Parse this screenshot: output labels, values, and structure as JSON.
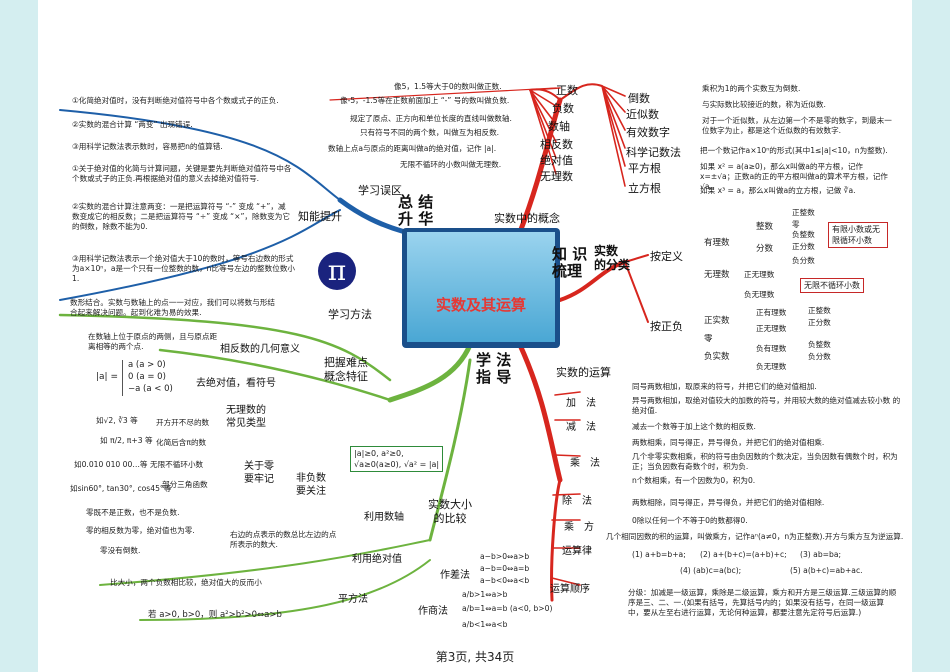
{
  "center": {
    "title": "实数及其运算"
  },
  "pi_symbol": "π",
  "main_branches": {
    "summary": "总 结\n升 华",
    "concepts": "实数中的概念",
    "knowledge": "知 识\n梳理",
    "method": "学 法\n指 导"
  },
  "concepts_left": [
    {
      "label": "正数",
      "text": "像5，1.5等大于0的数叫做正数."
    },
    {
      "label": "负数",
      "text": "像-5，-1.5等在正数前面加上 “-” 号的数叫做负数."
    },
    {
      "label": "数轴",
      "text": "规定了原点、正方向和单位长度的直线叫做数轴."
    },
    {
      "label": "相反数",
      "text": "只有符号不同的两个数，叫做互为相反数."
    },
    {
      "label": "绝对值",
      "text": "数轴上点a与原点的距离叫做a的绝对值，记作 |a|."
    },
    {
      "label": "无理数",
      "text": "无限不循环的小数叫做无理数."
    }
  ],
  "concepts_right": [
    {
      "label": "倒数",
      "text": "乘积为1的两个实数互为倒数."
    },
    {
      "label": "近似数",
      "text": "与实际数比较接近的数，称为近似数."
    },
    {
      "label": "有效数字",
      "text": "对于一个近似数，从左边第一个不是零的数字，到最末一位数字为止，都是这个近似数的有效数字."
    },
    {
      "label": "科学记数法",
      "text": "把一个数记作a×10ⁿ的形式(其中1≤|a|<10，n为整数)."
    },
    {
      "label": "平方根",
      "text": "如果 x² = a(a≥0)，那么x叫做a的平方根，记作x=±√a；正数a的正的平方根叫做a的算术平方根，记作 √a."
    },
    {
      "label": "立方根",
      "text": "如果 x³ = a，那么x叫做a的立方根，记做 ∛a."
    }
  ],
  "classification": {
    "title": "实数\n的分类",
    "by_definition": "按定义",
    "by_sign": "按正负",
    "rational": "有理数",
    "irrational": "无理数",
    "integer": "整数",
    "fraction": "分数",
    "positive_integer": "正整数",
    "zero": "零",
    "negative_integer": "负整数",
    "positive_fraction": "正分数",
    "negative_fraction": "负分数",
    "positive_irrational": "正无理数",
    "negative_irrational": "负无理数",
    "note_rational": "有限小数或无限循环小数",
    "note_irrational": "无限不循环小数",
    "positive_real": "正实数",
    "zero2": "零",
    "negative_real": "负实数",
    "pos_rational": "正有理数",
    "pos_irrational": "正无理数",
    "neg_rational": "负有理数",
    "neg_irrational": "负无理数",
    "pos_int2": "正整数",
    "pos_frac2": "正分数",
    "neg_int2": "负整数",
    "neg_frac2": "负分数"
  },
  "operations": {
    "title": "实数的运算",
    "add_label": "加　法",
    "add_1": "同号两数相加，取原来的符号，并把它们的绝对值相加.",
    "add_2": "异号两数相加，取绝对值较大的加数的符号，并用较大数的绝对值减去较小数 的绝对值.",
    "sub_label": "减　法",
    "sub_1": "减去一个数等于加上这个数的相反数.",
    "mul_label": "乘　法",
    "mul_1": "两数相乘，同号得正，异号得负，并把它们的绝对值相乘.",
    "mul_2": "几个非零实数相乘，积的符号由负因数的个数决定，当负因数有偶数个时，积为正；当负因数有奇数个时，积为负.",
    "mul_3": "n个数相乘，有一个因数为0，积为0.",
    "div_label": "除　法",
    "div_1": "两数相除，同号得正，异号得负，并把它们的绝对值相除.",
    "div_2": "0除以任何一个不等于0的数都得0.",
    "pow_label": "乘　方",
    "pow_1": "几个相同因数的积的运算，叫做乘方，记作aⁿ(a≠0，n为正整数).开方与乘方互为逆运算.",
    "law_label": "运算律",
    "law_1": "(1) a+b=b+a;",
    "law_2": "(2) a+(b+c)=(a+b)+c;",
    "law_3": "(3) ab=ba;",
    "law_4": "(4) (ab)c=a(bc);",
    "law_5": "(5) a(b+c)=ab+ac.",
    "order_label": "运算顺序",
    "order_text": "分级：加减是一级运算，乘除是二级运算，乘方和开方是三级运算.三级运算的顺序是三、二、一.(如果有括号，先算括号内的；如果没有括号，在同一级运算中，要从左至右进行运算，无论何种运算，都要注意先定符号后运算.)"
  },
  "summary": {
    "mistakes": "学习误区",
    "improve": "知能提升",
    "m1": "①化简绝对值时，没有判断绝对值符号中各个数或式子的正负.",
    "m2": "②实数的混合计算 “两变” 出现错误.",
    "m3": "③用科学记数法表示数时，容易把n的值算错.",
    "i1": "①关于绝对值的化简与计算问题，关键是要先判断绝对值符号中各个数或式子的正负.再根据绝对值的意义去掉绝对值符号.",
    "i2": "②实数的混合计算注意两变：一是把运算符号 “-” 变成 “+”，减数变成它的相反数；二是把运算符号 “÷” 变成 “×”，除数变为它的倒数，除数不能为0.",
    "i3": "③用科学记数法表示一个绝对值大于10的数时，等号右边数的形式为a×10ⁿ，a是一个只有一位整数的数，n比等号左边的整数位数小1."
  },
  "method": {
    "study": "学习方法",
    "study_text": "数形结合。实数与数轴上的点一一对应，我们可以将数与形结合起来解决问题。起到化难为易的效果.",
    "grasp": "把握难点\n概念特征",
    "geo": "相反数的几何意义",
    "geo_text": "在数轴上位于原点的两侧，且与原点距离相等的两个点.",
    "abs": "去绝对值，看符号",
    "abs_left": "|a| =",
    "abs_c1": "a (a > 0)",
    "abs_c2": "0 (a = 0)",
    "abs_c3": "−a (a < 0)",
    "irr": "无理数的\n常见类型",
    "irr1_ex": "如√2, ∛3 等",
    "irr1": "开方开不尽的数",
    "irr2_ex": "如 π/2, π+3 等",
    "irr2": "化简后含π的数",
    "irr3_ex": "如0.010 010 00…等",
    "irr3": "无限不循环小数",
    "irr4_ex": "如sin60°, tan30°, cos45°等",
    "irr4": "部分三角函数",
    "zero": "关于零\n要牢记",
    "z1": "零既不是正数，也不是负数.",
    "z2": "零的相反数为零，绝对值也为零.",
    "z3": "零没有倒数.",
    "nonneg": "非负数\n要关注",
    "nonneg_text": "|a|≥0, a²≥0,\n√a≥0(a≥0), √a² = |a|",
    "compare": "实数大小\n的比较",
    "axis": "利用数轴",
    "axis_text": "右边的点表示的数总比左边的点所表示的数大.",
    "absc": "利用绝对值",
    "absc_text": "比大小，两个负数相比较，绝对值大的反而小",
    "diff": "作差法",
    "diff1": "a−b>0⇔a>b",
    "diff2": "a−b=0⇔a=b",
    "diff3": "a−b<0⇔a<b",
    "quot": "作商法",
    "quot1": "a/b>1⇔a>b",
    "quot2": "a/b=1⇔a=b (a<0, b>0)",
    "quot3": "a/b<1⇔a<b",
    "square": "平方法",
    "square_text": "若 a>0, b>0，则 a²>b²>0⇔a>b"
  },
  "footer": "第3页, 共34页",
  "colors": {
    "red": "#d7261e",
    "green": "#6db33f",
    "blue": "#1e5fa8",
    "strip": "#d4eef0"
  }
}
